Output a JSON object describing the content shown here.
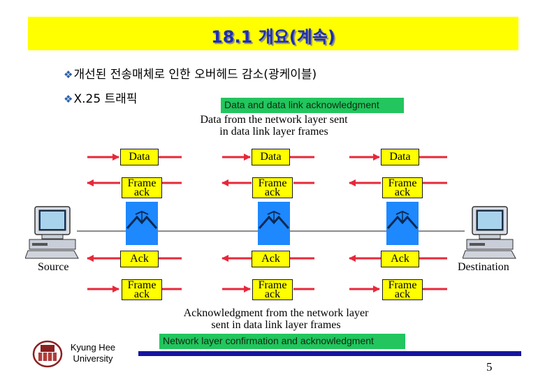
{
  "title": "18.1 개요(계속)",
  "bullets": [
    "개선된 전송매체로 인한 오버헤드 감소(광케이블)",
    "X.25 트래픽"
  ],
  "notes": {
    "top": "Data and data link acknowledgment",
    "bottom": "Network layer confirmation and acknowledgment"
  },
  "diagram": {
    "top_caption": [
      "Data from the network layer sent",
      "in data link layer frames"
    ],
    "bottom_caption": [
      "Acknowledgment from the network layer",
      "sent in data link layer frames"
    ],
    "source_label": "Source",
    "destination_label": "Destination",
    "data_label": "Data",
    "frame_ack_label": [
      "Frame",
      "ack"
    ],
    "ack_label": "Ack"
  },
  "logo": {
    "line1": "Kyung Hee",
    "line2": "University"
  },
  "page_number": "5",
  "colors": {
    "title_bg": "#ffff00",
    "title_text": "#1d2fb3",
    "note_bg": "#22c55e",
    "arrow": "#e8283a",
    "network_node": "#1e88ff",
    "footer_line": "#1515a0"
  }
}
